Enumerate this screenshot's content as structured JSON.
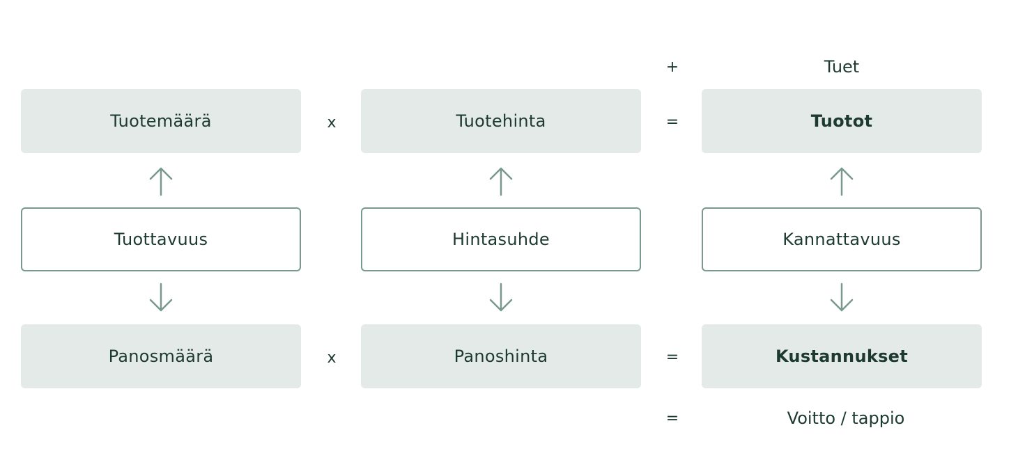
{
  "top": {
    "plus_symbol": "+",
    "subsidies_label": "Tuet"
  },
  "row1": {
    "output_quantity": "Tuotemäärä",
    "multiply_symbol": "x",
    "output_price": "Tuotehinta",
    "equals_symbol": "=",
    "revenue": "Tuotot"
  },
  "row2": {
    "productivity": "Tuottavuus",
    "price_ratio": "Hintasuhde",
    "profitability": "Kannattavuus"
  },
  "row3": {
    "input_quantity": "Panosmäärä",
    "multiply_symbol": "x",
    "input_price": "Panoshinta",
    "equals_symbol": "=",
    "costs": "Kustannukset"
  },
  "bottom": {
    "equals_symbol": "=",
    "result_label": "Voitto / tappio"
  },
  "colors": {
    "filled_box": "#e3eae7",
    "outline": "#79998d",
    "arrow": "#79998d",
    "text": "#1d3a2f"
  },
  "icons": {
    "up_arrow": "arrow-up-icon",
    "down_arrow": "arrow-down-icon"
  }
}
